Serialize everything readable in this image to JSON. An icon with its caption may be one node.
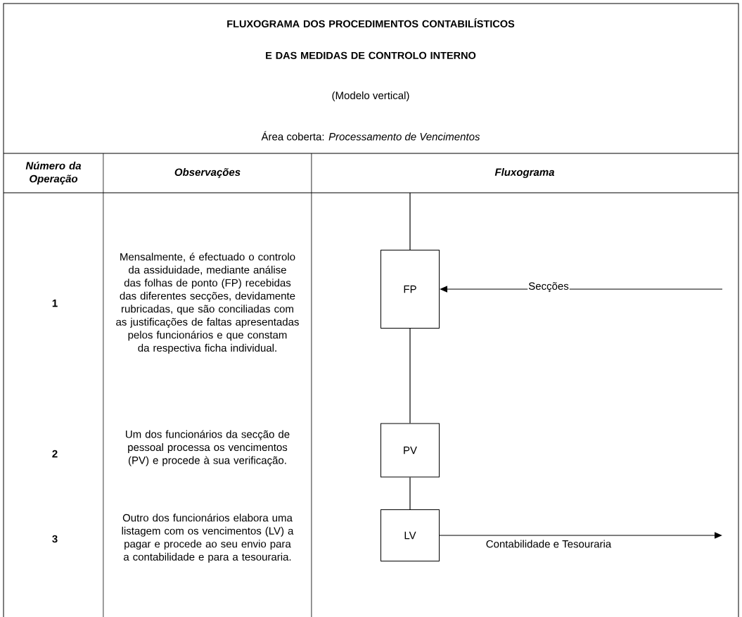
{
  "diagram": {
    "title": "FLUXOGRAMA DOS PROCEDIMENTOS CONTABILÍSTICOS E DAS MEDIDAS DE CONTROLO INTERNO",
    "nodes": [
      {
        "text": [
          "FP"
        ]
      },
      {
        "text": [
          "PV"
        ]
      },
      {
        "text": [
          "LV"
        ]
      }
    ],
    "edges": [
      {
        "from": null,
        "to": 0,
        "arrow": "none"
      },
      {
        "from": 0,
        "to": 1,
        "arrow": "none"
      },
      {
        "from": 1,
        "to": 2,
        "arrow": "none"
      },
      {
        "from": null,
        "to": 0,
        "arrow": "to",
        "label": "Secções"
      },
      {
        "from": 2,
        "to": null,
        "arrow": "to",
        "label": "Contabilidade e Tesouraria"
      }
    ],
    "labels": [
      "(Modelo vertical)",
      "Área coberta: *Processamento de Vencimentos*",
      "Número da Operação",
      "Observações",
      "Fluxograma",
      "1",
      "Mensalmente, é efectuado o controlo da assiduidade, mediante análise das folhas de ponto (FP) recebidas das diferentes secções, devidamente rubricadas, que são conciliadas com as justificações de faltas apresentadas pelos funcionários e que constam da respectiva ficha individual.",
      "2",
      "Um dos funcionários da secção de pessoal processa os vencimentos (PV) e procede à sua verificação.",
      "3",
      "Outro dos funcionários elabora uma listagem com os vencimentos (LV) a pagar e procede ao seu envio para a contabilidade e para a tesouraria."
    ]
  }
}
